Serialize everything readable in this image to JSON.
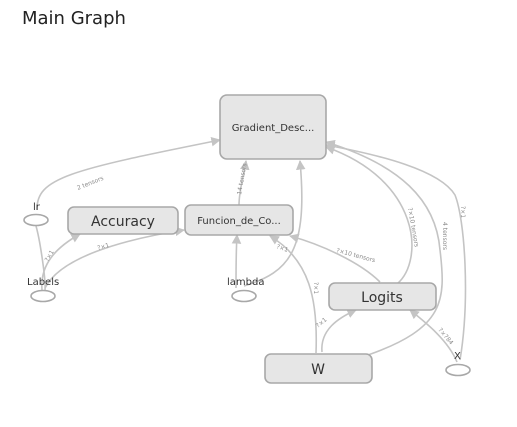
{
  "title": "Main Graph",
  "nodes": {
    "gradient": "Gradient_Desc...",
    "accuracy": "Accuracy",
    "funcion": "Funcion_de_Co...",
    "logits": "Logits",
    "w": "W"
  },
  "ops": {
    "lr": "lr",
    "labels": "Labels",
    "lambda": "lambda",
    "x": "X"
  },
  "edge_labels": {
    "lr_grad": "2 tensors",
    "fun_grad": "14 tensors",
    "logits_grad": "?×10 tensors",
    "w_grad": "4 tensors",
    "x_grad": "?×1",
    "labels_acc": "?×1",
    "labels_fun": "?×1",
    "lambda_fun": "?×1",
    "logits_fun": "?×10 tensors",
    "w_logits": "?×1",
    "w_up": "?×1",
    "x_logits": "?×784"
  }
}
